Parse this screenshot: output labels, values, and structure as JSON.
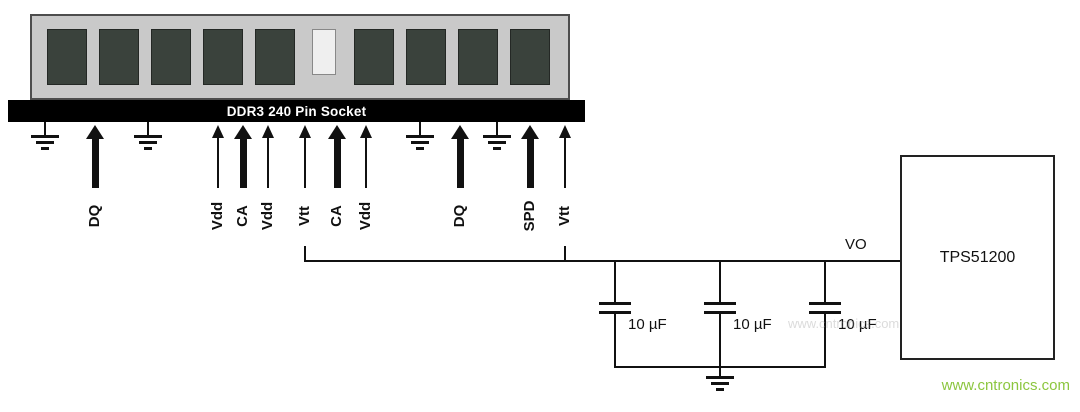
{
  "diagram": {
    "socket": {
      "label": "DDR3 240 Pin Socket"
    },
    "pins": [
      {
        "label": "DQ",
        "style": "thick"
      },
      {
        "label": "Vdd",
        "style": "thin"
      },
      {
        "label": "CA",
        "style": "thick"
      },
      {
        "label": "Vdd",
        "style": "thin"
      },
      {
        "label": "Vtt",
        "style": "thin"
      },
      {
        "label": "CA",
        "style": "thick"
      },
      {
        "label": "Vdd",
        "style": "thin"
      },
      {
        "label": "DQ",
        "style": "thick"
      },
      {
        "label": "SPD",
        "style": "thick"
      },
      {
        "label": "Vtt",
        "style": "thin"
      }
    ],
    "capacitors": [
      {
        "value": "10 µF"
      },
      {
        "value": "10 µF"
      },
      {
        "value": "10 µF"
      }
    ],
    "ic": {
      "label": "TPS51200"
    },
    "net": {
      "label": "VO"
    },
    "watermark": {
      "text": "www.cntronics.com",
      "color": "#8cc63f"
    },
    "colors": {
      "wire": "#111111",
      "socket_bar": "#000000",
      "module_body": "#c9c9c9",
      "chip": "#3a423c"
    }
  }
}
